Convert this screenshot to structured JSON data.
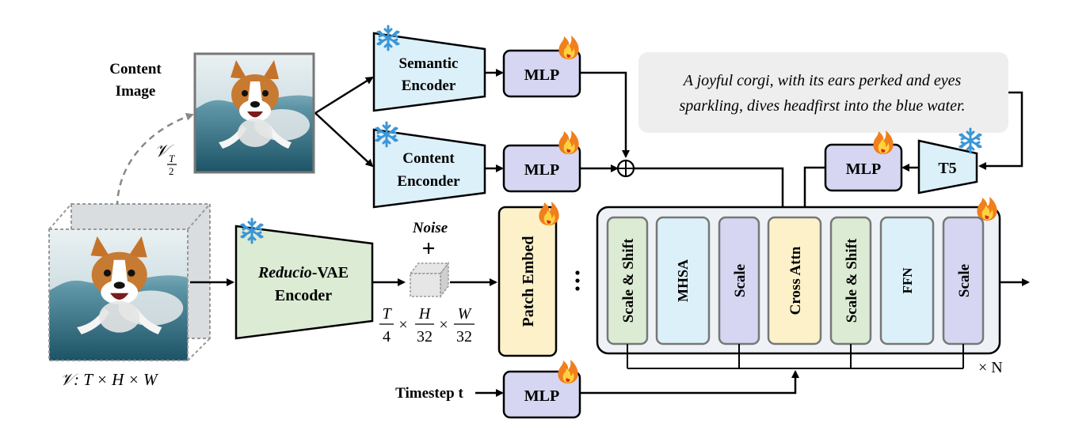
{
  "content_image_label": [
    "Content",
    "Image"
  ],
  "v_half_label": {
    "symbol": "𝒱",
    "subscript_num": "T",
    "subscript_den": "2"
  },
  "v_label": "𝒱: T × H × W",
  "semantic_encoder": [
    "Semantic",
    "Encoder"
  ],
  "content_encoder": [
    "Content",
    "Enconder"
  ],
  "mlp_label": "MLP",
  "prompt_text": [
    "A joyful corgi, with its ears perked and eyes",
    "sparkling, dives headfirst into the blue water."
  ],
  "t5_label": "T5",
  "vae_encoder": {
    "italic_part": "Reducio",
    "rest": "-VAE",
    "line2": "Encoder"
  },
  "noise_label": "Noise",
  "plus_sign": "+",
  "latent_dims": {
    "t": "T",
    "t_den": "4",
    "h": "H",
    "h_den": "32",
    "w": "W",
    "w_den": "32",
    "times": "×"
  },
  "patch_embed": "Patch Embed",
  "ellipsis": "⋮",
  "dit_blocks": [
    "Scale & Shift",
    "MHSA",
    "Scale",
    "Cross Attn",
    "Scale & Shift",
    "FFN",
    "Scale"
  ],
  "repeat_label": "× N",
  "timestep_label": "Timestep t",
  "icons": [
    "snowflake-icon",
    "fire-icon"
  ],
  "colors": {
    "encoder_blue": "#dcefF8",
    "mlp_purple": "#d5d5f0",
    "vae_green": "#dcebd4",
    "patch_yellow": "#fdf1c9",
    "frozen_blue": "#4aa3e0",
    "fire_orange": "#f28a1e",
    "prompt_gray": "#eeeeee"
  }
}
